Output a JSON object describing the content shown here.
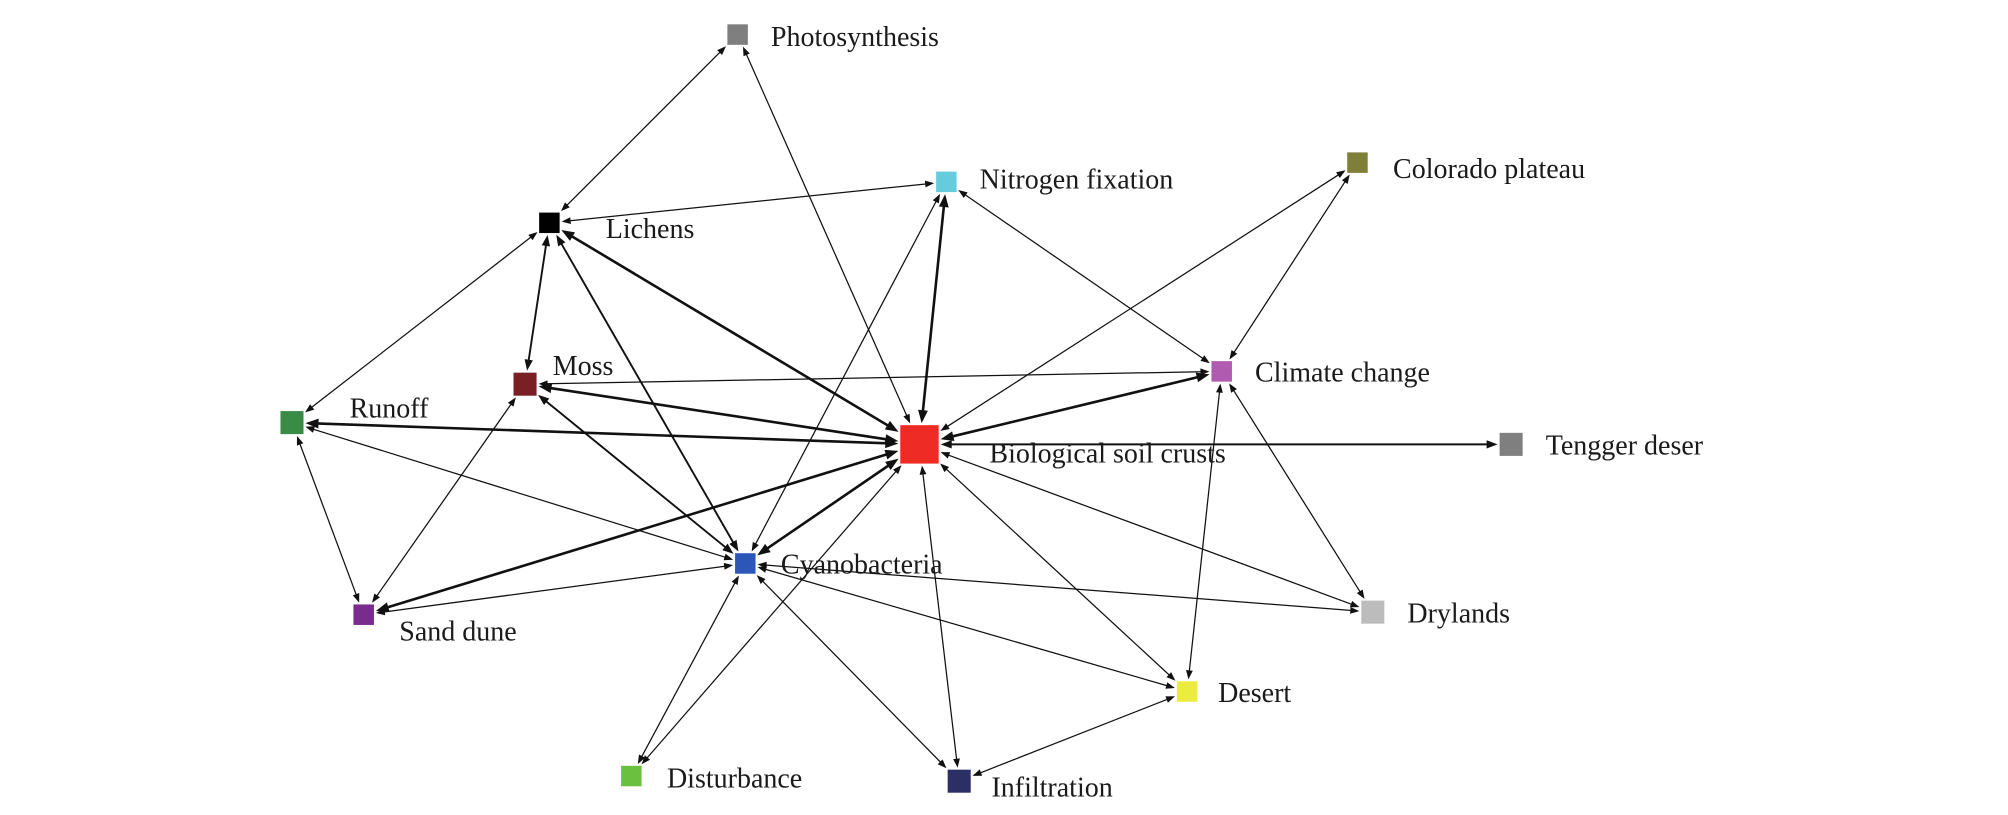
{
  "nodes": [
    {
      "id": "photosynthesis",
      "label": "Photosynthesis",
      "color": "#7f7f7f"
    },
    {
      "id": "nitrogen-fixation",
      "label": "Nitrogen fixation",
      "color": "#66ccdd"
    },
    {
      "id": "colorado-plateau",
      "label": "Colorado plateau",
      "color": "#7f7f3a"
    },
    {
      "id": "lichens",
      "label": "Lichens",
      "color": "#000000"
    },
    {
      "id": "moss",
      "label": "Moss",
      "color": "#7a1f24"
    },
    {
      "id": "climate-change",
      "label": "Climate change",
      "color": "#b05ab0"
    },
    {
      "id": "runoff",
      "label": "Runoff",
      "color": "#3a8a48"
    },
    {
      "id": "biological-soil-crusts",
      "label": "Biological soil crusts",
      "color": "#ee2b24"
    },
    {
      "id": "tengger-deser",
      "label": "Tengger deser",
      "color": "#7f7f7f"
    },
    {
      "id": "cyanobacteria",
      "label": "Cyanobacteria",
      "color": "#2c56b8"
    },
    {
      "id": "sand-dune",
      "label": "Sand dune",
      "color": "#7a2c8c"
    },
    {
      "id": "drylands",
      "label": "Drylands",
      "color": "#bcbcbc"
    },
    {
      "id": "desert",
      "label": "Desert",
      "color": "#ecec40"
    },
    {
      "id": "disturbance",
      "label": "Disturbance",
      "color": "#6cc040"
    },
    {
      "id": "infiltration",
      "label": "Infiltration",
      "color": "#2c2e66"
    }
  ],
  "edges": [
    {
      "source": "photosynthesis",
      "target": "lichens",
      "weight": 1
    },
    {
      "source": "photosynthesis",
      "target": "biological-soil-crusts",
      "weight": 1
    },
    {
      "source": "lichens",
      "target": "nitrogen-fixation",
      "weight": 1
    },
    {
      "source": "lichens",
      "target": "moss",
      "weight": 2
    },
    {
      "source": "lichens",
      "target": "runoff",
      "weight": 1
    },
    {
      "source": "lichens",
      "target": "biological-soil-crusts",
      "weight": 3
    },
    {
      "source": "lichens",
      "target": "cyanobacteria",
      "weight": 2
    },
    {
      "source": "nitrogen-fixation",
      "target": "biological-soil-crusts",
      "weight": 3
    },
    {
      "source": "nitrogen-fixation",
      "target": "climate-change",
      "weight": 1
    },
    {
      "source": "nitrogen-fixation",
      "target": "cyanobacteria",
      "weight": 1
    },
    {
      "source": "colorado-plateau",
      "target": "biological-soil-crusts",
      "weight": 1
    },
    {
      "source": "colorado-plateau",
      "target": "climate-change",
      "weight": 1
    },
    {
      "source": "moss",
      "target": "climate-change",
      "weight": 1
    },
    {
      "source": "moss",
      "target": "biological-soil-crusts",
      "weight": 3
    },
    {
      "source": "moss",
      "target": "cyanobacteria",
      "weight": 2
    },
    {
      "source": "moss",
      "target": "sand-dune",
      "weight": 1
    },
    {
      "source": "climate-change",
      "target": "biological-soil-crusts",
      "weight": 3
    },
    {
      "source": "climate-change",
      "target": "drylands",
      "weight": 1
    },
    {
      "source": "climate-change",
      "target": "desert",
      "weight": 1
    },
    {
      "source": "runoff",
      "target": "biological-soil-crusts",
      "weight": 3
    },
    {
      "source": "runoff",
      "target": "cyanobacteria",
      "weight": 1
    },
    {
      "source": "runoff",
      "target": "sand-dune",
      "weight": 1
    },
    {
      "source": "biological-soil-crusts",
      "target": "tengger-deser",
      "weight": 2
    },
    {
      "source": "biological-soil-crusts",
      "target": "cyanobacteria",
      "weight": 3
    },
    {
      "source": "biological-soil-crusts",
      "target": "sand-dune",
      "weight": 3
    },
    {
      "source": "biological-soil-crusts",
      "target": "drylands",
      "weight": 1
    },
    {
      "source": "biological-soil-crusts",
      "target": "desert",
      "weight": 1
    },
    {
      "source": "biological-soil-crusts",
      "target": "disturbance",
      "weight": 1
    },
    {
      "source": "biological-soil-crusts",
      "target": "infiltration",
      "weight": 1
    },
    {
      "source": "cyanobacteria",
      "target": "sand-dune",
      "weight": 1
    },
    {
      "source": "cyanobacteria",
      "target": "drylands",
      "weight": 1
    },
    {
      "source": "cyanobacteria",
      "target": "desert",
      "weight": 1
    },
    {
      "source": "cyanobacteria",
      "target": "disturbance",
      "weight": 1
    },
    {
      "source": "cyanobacteria",
      "target": "infiltration",
      "weight": 1
    },
    {
      "source": "infiltration",
      "target": "desert",
      "weight": 1
    }
  ]
}
